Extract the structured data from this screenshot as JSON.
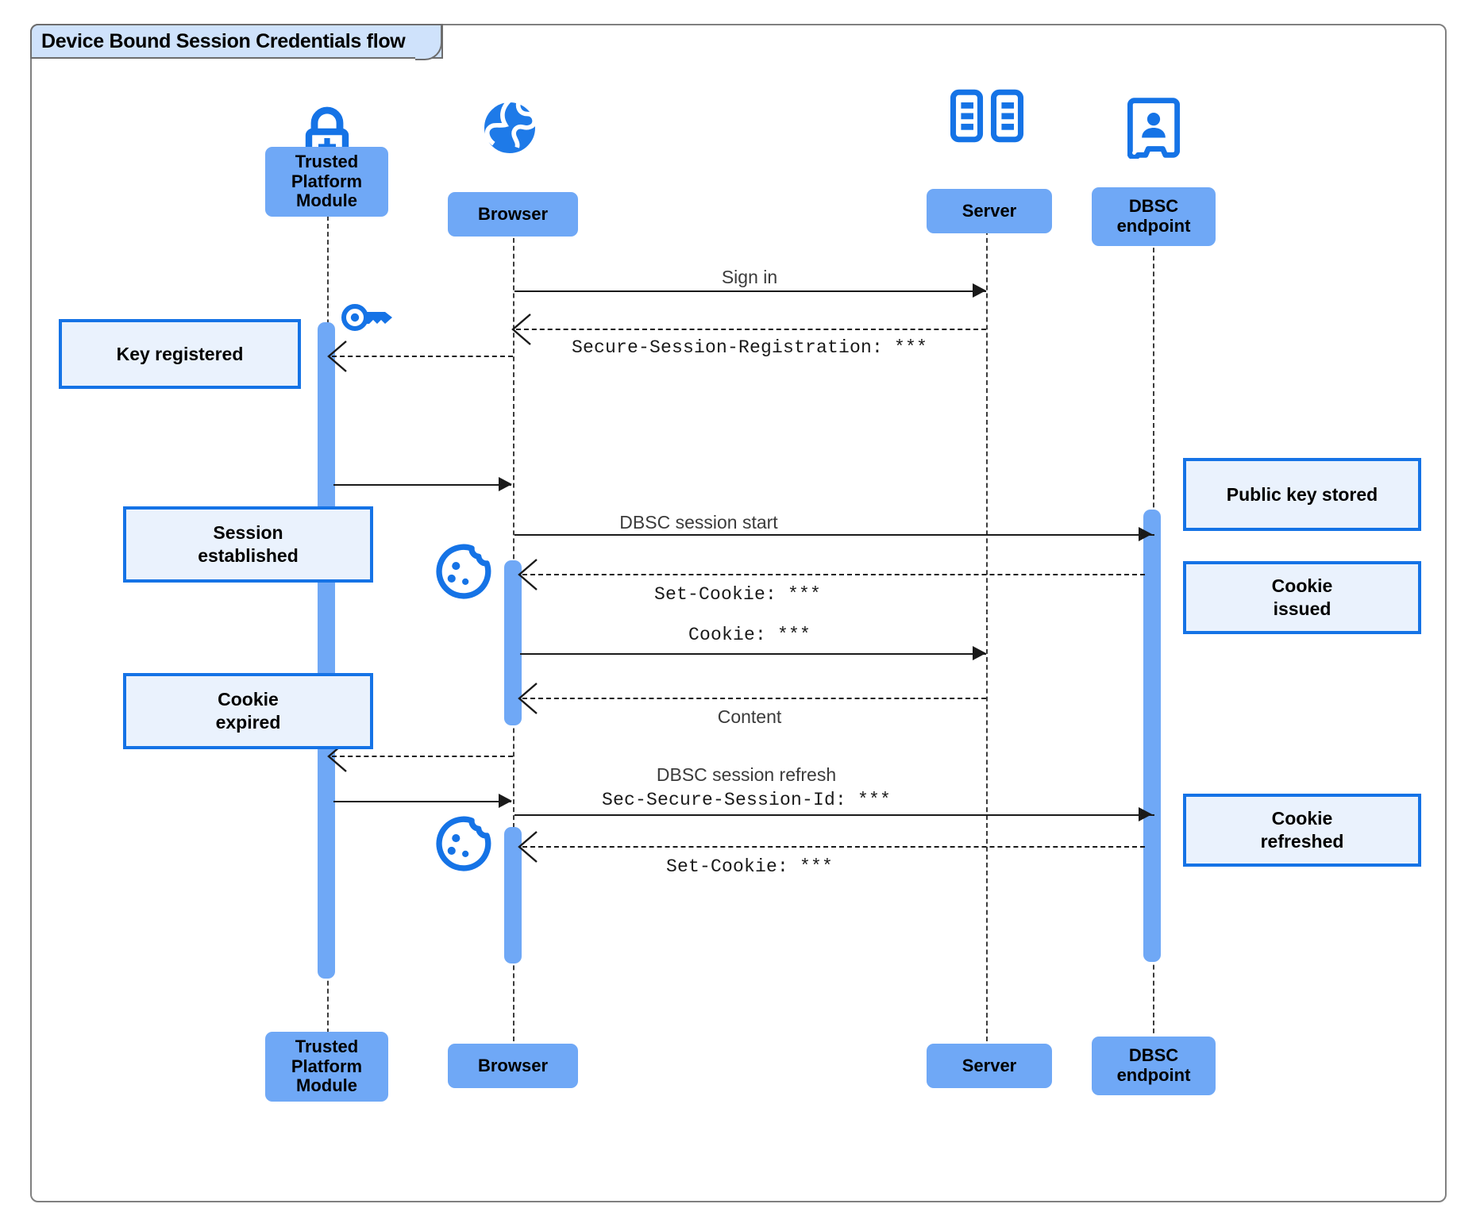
{
  "diagram": {
    "title": "Device Bound Session Credentials flow",
    "type": "uml-sequence-diagram",
    "colors": {
      "participant_fill": "#6fa8f6",
      "note_fill": "#eaf2fd",
      "note_border": "#1573e6",
      "icon_blue": "#1573e6",
      "frame_border": "#808080",
      "frame_tab_fill": "#cfe2fb",
      "line": "#1a1a1a"
    }
  },
  "participants": [
    {
      "id": "tpm",
      "label": "Trusted\nPlatform\nModule",
      "label_line1": "Trusted",
      "label_line2": "Platform",
      "label_line3": "Module",
      "icon": "lock-plus-icon"
    },
    {
      "id": "browser",
      "label": "Browser",
      "icon": "globe-icon"
    },
    {
      "id": "server",
      "label": "Server",
      "icon": "server-rack-icon"
    },
    {
      "id": "dbsc",
      "label": "DBSC\nendpoint",
      "label_line1": "DBSC",
      "label_line2": "endpoint",
      "icon": "id-badge-icon"
    }
  ],
  "messages": [
    {
      "id": "m1",
      "label": "Sign in",
      "style": "sans",
      "from": "browser",
      "to": "server",
      "arrow": "solid"
    },
    {
      "id": "m2",
      "label": "Secure-Session-Registration: ***",
      "style": "mono",
      "from": "server",
      "to": "browser",
      "arrow": "dashed"
    },
    {
      "id": "m3",
      "label": "",
      "style": "sans",
      "from": "browser",
      "to": "tpm",
      "arrow": "dashed"
    },
    {
      "id": "m4",
      "label": "",
      "style": "sans",
      "from": "tpm",
      "to": "browser",
      "arrow": "solid"
    },
    {
      "id": "m5",
      "label": "DBSC session start",
      "style": "sans",
      "from": "browser",
      "to": "dbsc",
      "arrow": "solid"
    },
    {
      "id": "m6",
      "label": "Set-Cookie: ***",
      "style": "mono",
      "from": "dbsc",
      "to": "browser",
      "arrow": "dashed"
    },
    {
      "id": "m7",
      "label": "Cookie: ***",
      "style": "mono",
      "from": "browser",
      "to": "server",
      "arrow": "solid"
    },
    {
      "id": "m8",
      "label": "Content",
      "style": "sans",
      "from": "server",
      "to": "browser",
      "arrow": "dashed"
    },
    {
      "id": "m9",
      "label": "",
      "style": "sans",
      "from": "browser",
      "to": "tpm",
      "arrow": "dashed"
    },
    {
      "id": "m10",
      "label": "DBSC session refresh",
      "style": "sans",
      "from": "tpm",
      "to": "browser",
      "arrow": "solid"
    },
    {
      "id": "m11",
      "label": "Sec-Secure-Session-Id: ***",
      "style": "mono",
      "from": "browser",
      "to": "dbsc",
      "arrow": "solid"
    },
    {
      "id": "m12",
      "label": "Set-Cookie: ***",
      "style": "mono",
      "from": "dbsc",
      "to": "browser",
      "arrow": "dashed"
    }
  ],
  "notes": [
    {
      "id": "n1",
      "text": "Key registered",
      "line1": "Key registered",
      "line2": "",
      "side": "left",
      "attached_to": "tpm"
    },
    {
      "id": "n2",
      "text": "Session established",
      "line1": "Session",
      "line2": "established",
      "side": "left",
      "attached_to": "tpm"
    },
    {
      "id": "n3",
      "text": "Cookie expired",
      "line1": "Cookie",
      "line2": "expired",
      "side": "left",
      "attached_to": "tpm"
    },
    {
      "id": "n4",
      "text": "Public key stored",
      "line1": "Public key stored",
      "line2": "",
      "side": "right",
      "attached_to": "dbsc"
    },
    {
      "id": "n5",
      "text": "Cookie issued",
      "line1": "Cookie",
      "line2": "issued",
      "side": "right",
      "attached_to": "dbsc"
    },
    {
      "id": "n6",
      "text": "Cookie refreshed",
      "line1": "Cookie",
      "line2": "refreshed",
      "side": "right",
      "attached_to": "dbsc"
    }
  ],
  "inline_icons": [
    {
      "id": "i1",
      "name": "key-icon",
      "near": "tpm"
    },
    {
      "id": "i2",
      "name": "cookie-icon",
      "near": "browser"
    },
    {
      "id": "i3",
      "name": "cookie-icon",
      "near": "browser"
    }
  ]
}
